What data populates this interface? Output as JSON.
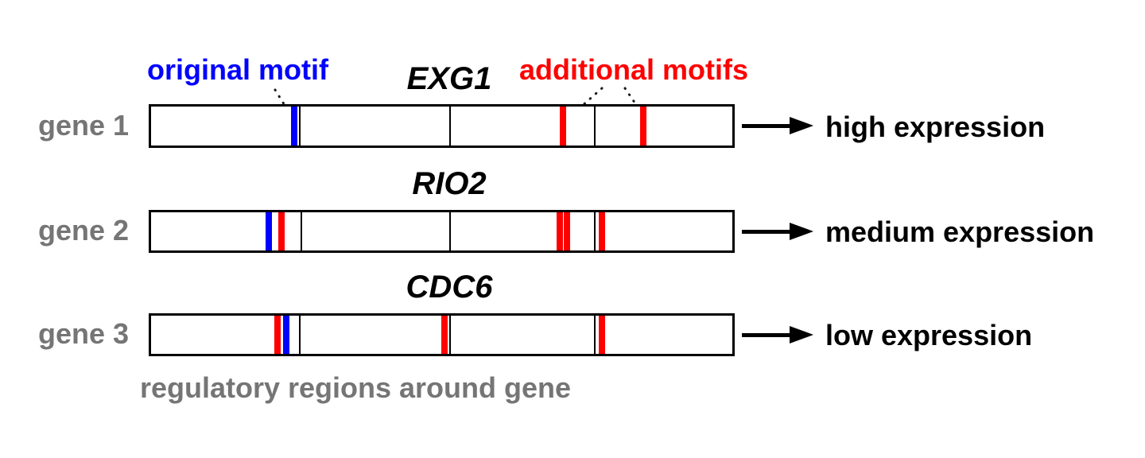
{
  "legend": {
    "original_motif": "original motif",
    "additional_motifs": "additional motifs"
  },
  "footer_label": "regulatory regions around gene",
  "colors": {
    "original": "#0000ff",
    "additional": "#ff0000",
    "gray_text": "#757575",
    "black": "#000000"
  },
  "genes": [
    {
      "row_label": "gene 1",
      "gene_name": "EXG1",
      "expression": "high expression",
      "dividers_pct": [
        25.6,
        51.5,
        76.3
      ],
      "motifs": [
        {
          "type": "original",
          "pos_pct": 24.6
        },
        {
          "type": "additional",
          "pos_pct": 70.8
        },
        {
          "type": "additional",
          "pos_pct": 84.7
        }
      ]
    },
    {
      "row_label": "gene 2",
      "gene_name": "RIO2",
      "expression": "medium expression",
      "dividers_pct": [
        25.8,
        51.5,
        76.3
      ],
      "motifs": [
        {
          "type": "original",
          "pos_pct": 20.3
        },
        {
          "type": "additional",
          "pos_pct": 22.5
        },
        {
          "type": "additional",
          "pos_pct": 70.3
        },
        {
          "type": "additional",
          "pos_pct": 71.5
        },
        {
          "type": "additional",
          "pos_pct": 77.5
        }
      ]
    },
    {
      "row_label": "gene 3",
      "gene_name": "CDC6",
      "expression": "low expression",
      "dividers_pct": [
        25.6,
        51.5,
        76.3
      ],
      "motifs": [
        {
          "type": "additional",
          "pos_pct": 21.7
        },
        {
          "type": "original",
          "pos_pct": 23.3
        },
        {
          "type": "additional",
          "pos_pct": 50.5
        },
        {
          "type": "additional",
          "pos_pct": 77.5
        }
      ]
    }
  ]
}
